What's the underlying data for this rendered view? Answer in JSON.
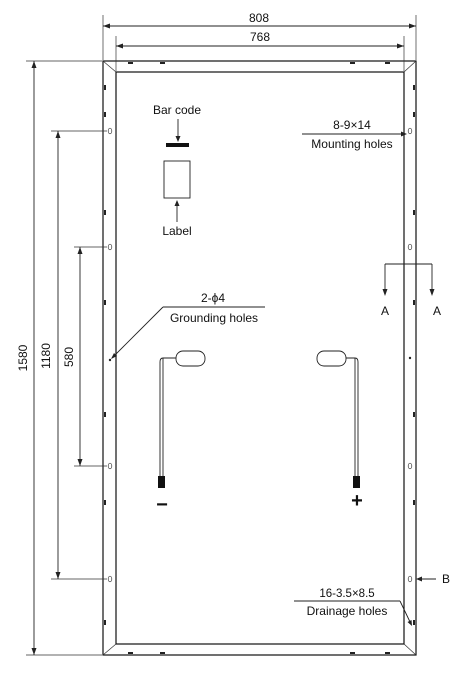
{
  "dimensions": {
    "overall_width": "808",
    "inner_width": "768",
    "overall_height": "1580",
    "mounting_span": "1180",
    "grounding_span": "580"
  },
  "labels": {
    "bar_code": "Bar code",
    "label": "Label",
    "mounting_spec": "8-9×14",
    "mounting_holes": "Mounting holes",
    "grounding_spec": "2-ϕ4",
    "grounding_holes": "Grounding holes",
    "drainage_spec": "16-3.5×8.5",
    "drainage_holes": "Drainage holes",
    "section_a_left": "A",
    "section_a_right": "A",
    "detail_b": "B",
    "negative": "−",
    "positive": "+"
  }
}
